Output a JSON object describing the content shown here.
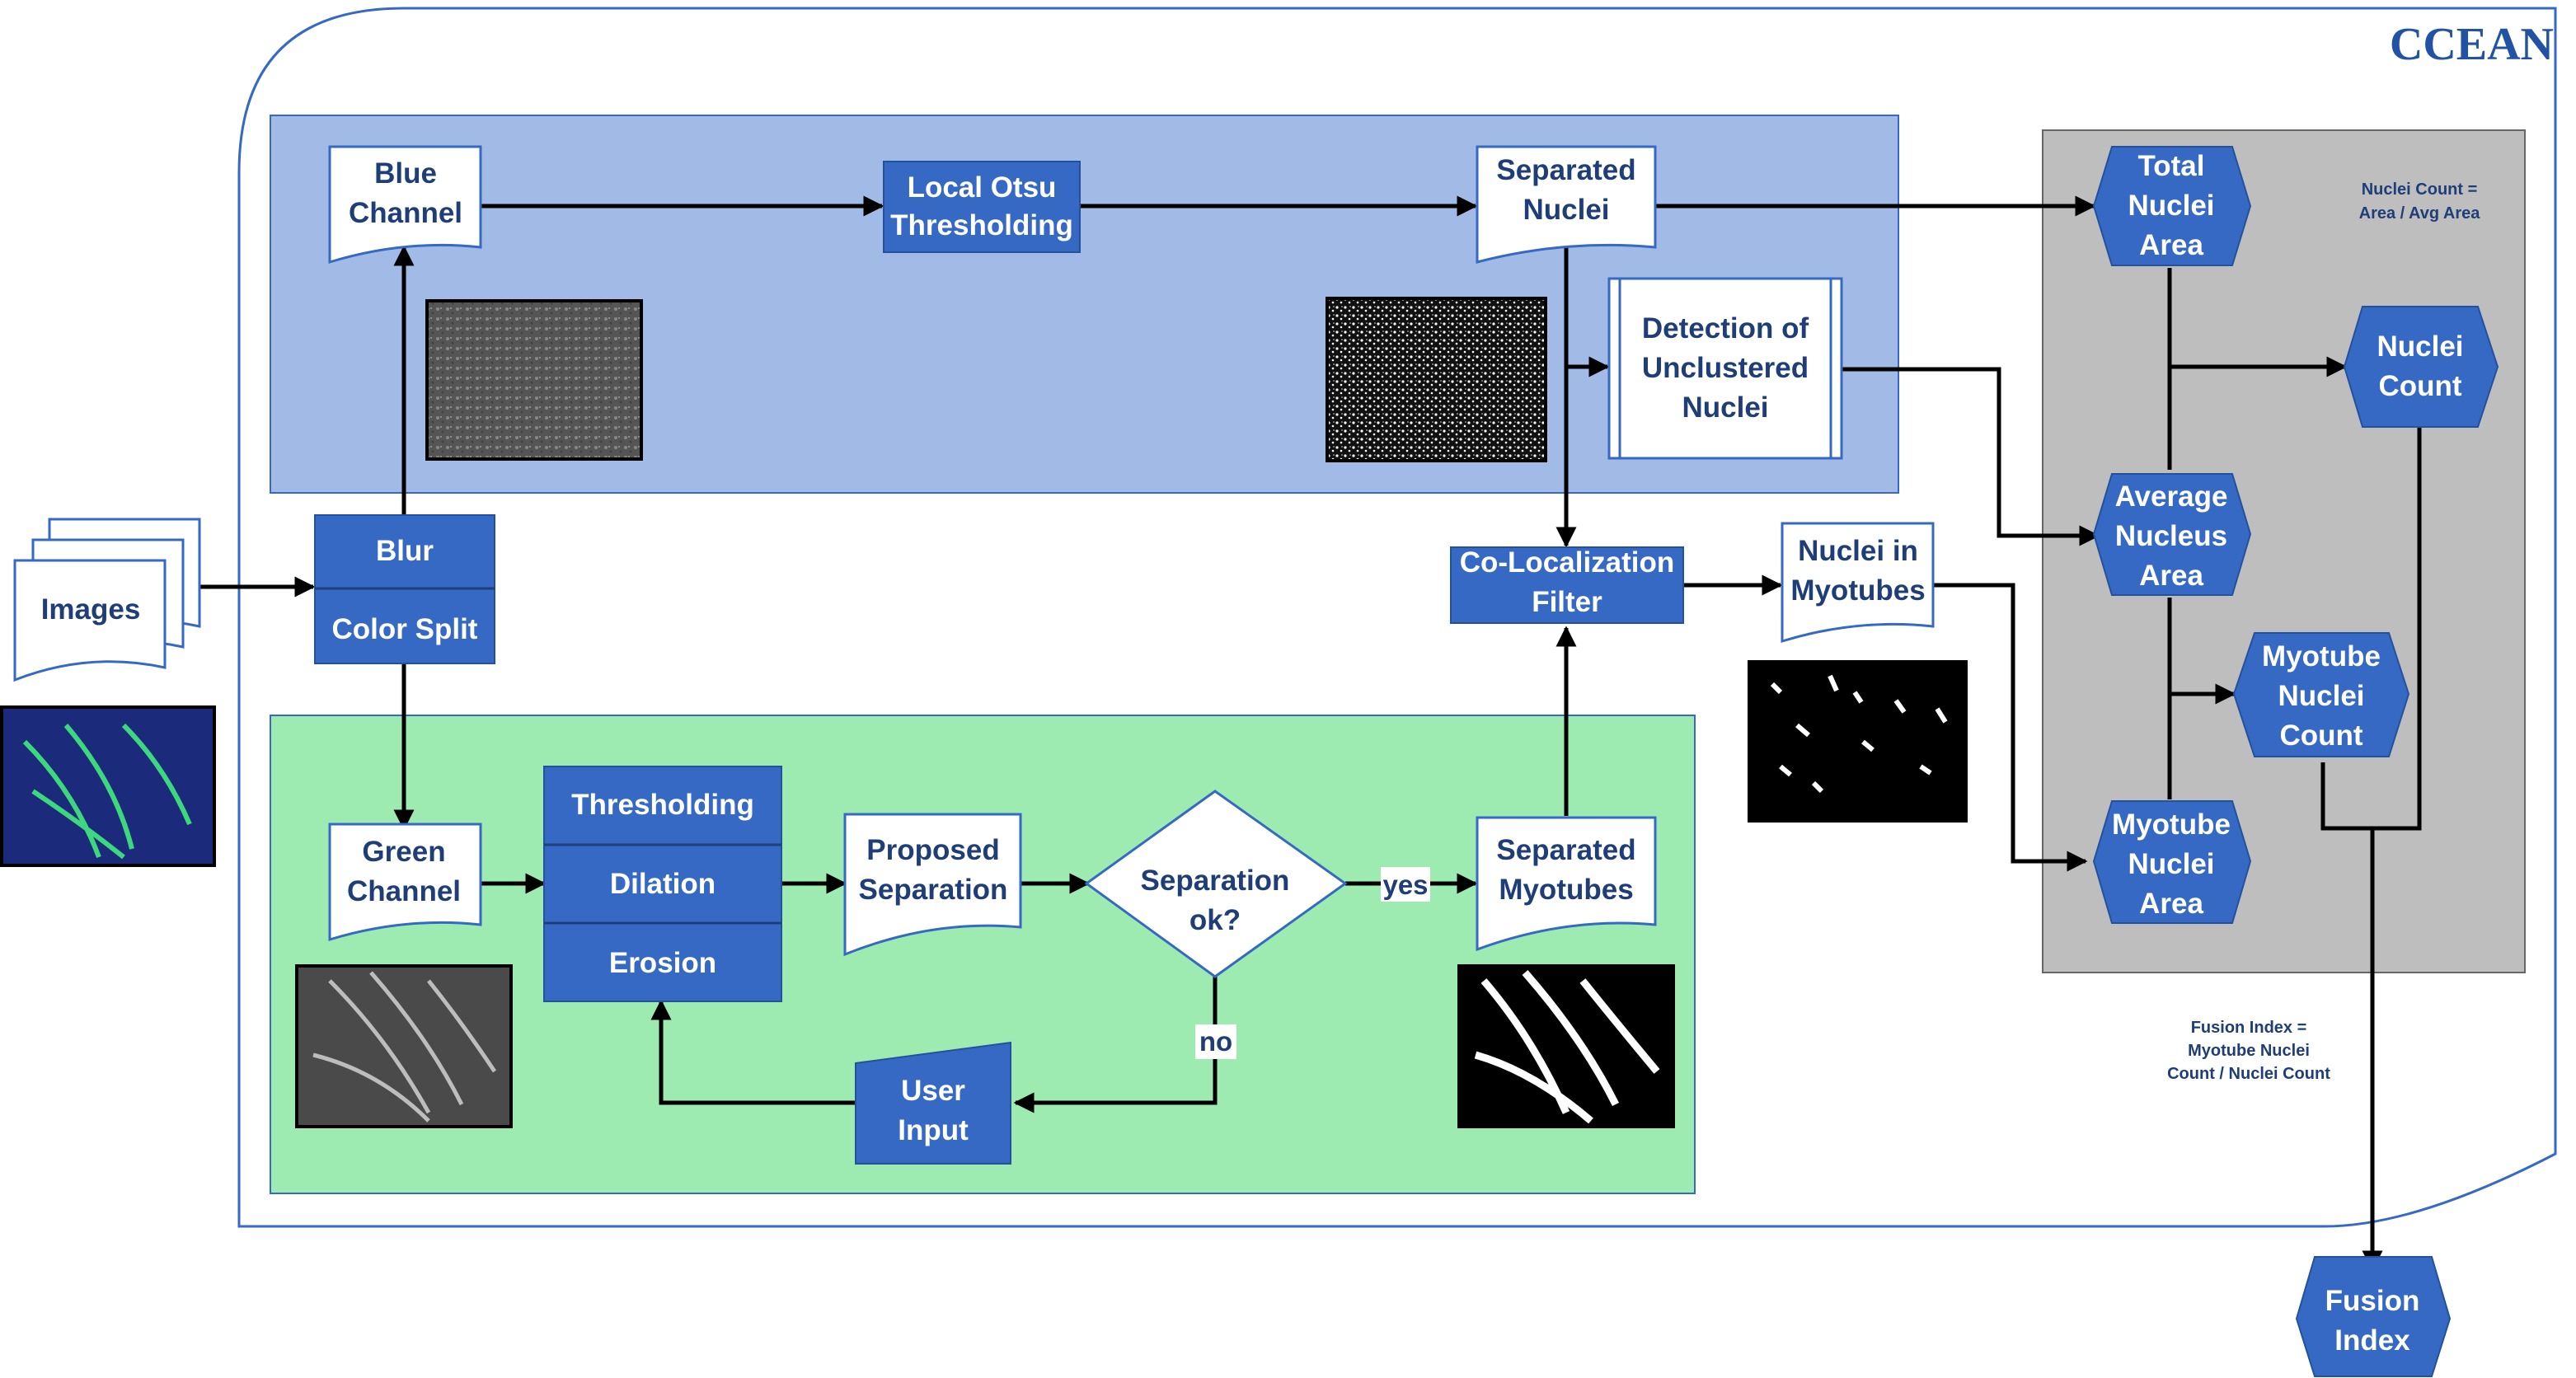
{
  "title": "CCEAN",
  "colors": {
    "accent_blue": "#3569C3",
    "dark_text": "#1F3E78",
    "blue_panel": "#A2BBE6",
    "green_panel": "#9EEBB1",
    "gray_panel": "#BEBEBE"
  },
  "nodes": {
    "images": "Images",
    "blur": "Blur",
    "color_split": "Color Split",
    "blue_channel": [
      "Blue",
      "Channel"
    ],
    "local_otsu": [
      "Local Otsu",
      "Thresholding"
    ],
    "separated_nuclei": [
      "Separated",
      "Nuclei"
    ],
    "detection_unclustered": [
      "Detection of",
      "Unclustered",
      "Nuclei"
    ],
    "colocalization_filter": [
      "Co-Localization",
      "Filter"
    ],
    "nuclei_in_myotubes": [
      "Nuclei in",
      "Myotubes"
    ],
    "green_channel": [
      "Green",
      "Channel"
    ],
    "thresholding": "Thresholding",
    "dilation": "Dilation",
    "erosion": "Erosion",
    "proposed_separation": [
      "Proposed",
      "Separation"
    ],
    "separation_ok": [
      "Separation",
      "ok?"
    ],
    "separated_myotubes": [
      "Separated",
      "Myotubes"
    ],
    "user_input": [
      "User",
      "Input"
    ],
    "total_nuclei_area": [
      "Total",
      "Nuclei",
      "Area"
    ],
    "average_nucleus_area": [
      "Average",
      "Nucleus",
      "Area"
    ],
    "myotube_nuclei_area": [
      "Myotube",
      "Nuclei",
      "Area"
    ],
    "nuclei_count": [
      "Nuclei",
      "Count"
    ],
    "myotube_nuclei_count": [
      "Myotube",
      "Nuclei",
      "Count"
    ],
    "fusion_index": [
      "Fusion",
      "Index"
    ]
  },
  "edge_labels": {
    "yes": "yes",
    "no": "no"
  },
  "notes": {
    "nuclei_count_formula": [
      "Nuclei Count =",
      "Area / Avg Area"
    ],
    "fusion_index_formula": [
      "Fusion Index =",
      "Myotube Nuclei",
      "Count / Nuclei Count"
    ]
  }
}
